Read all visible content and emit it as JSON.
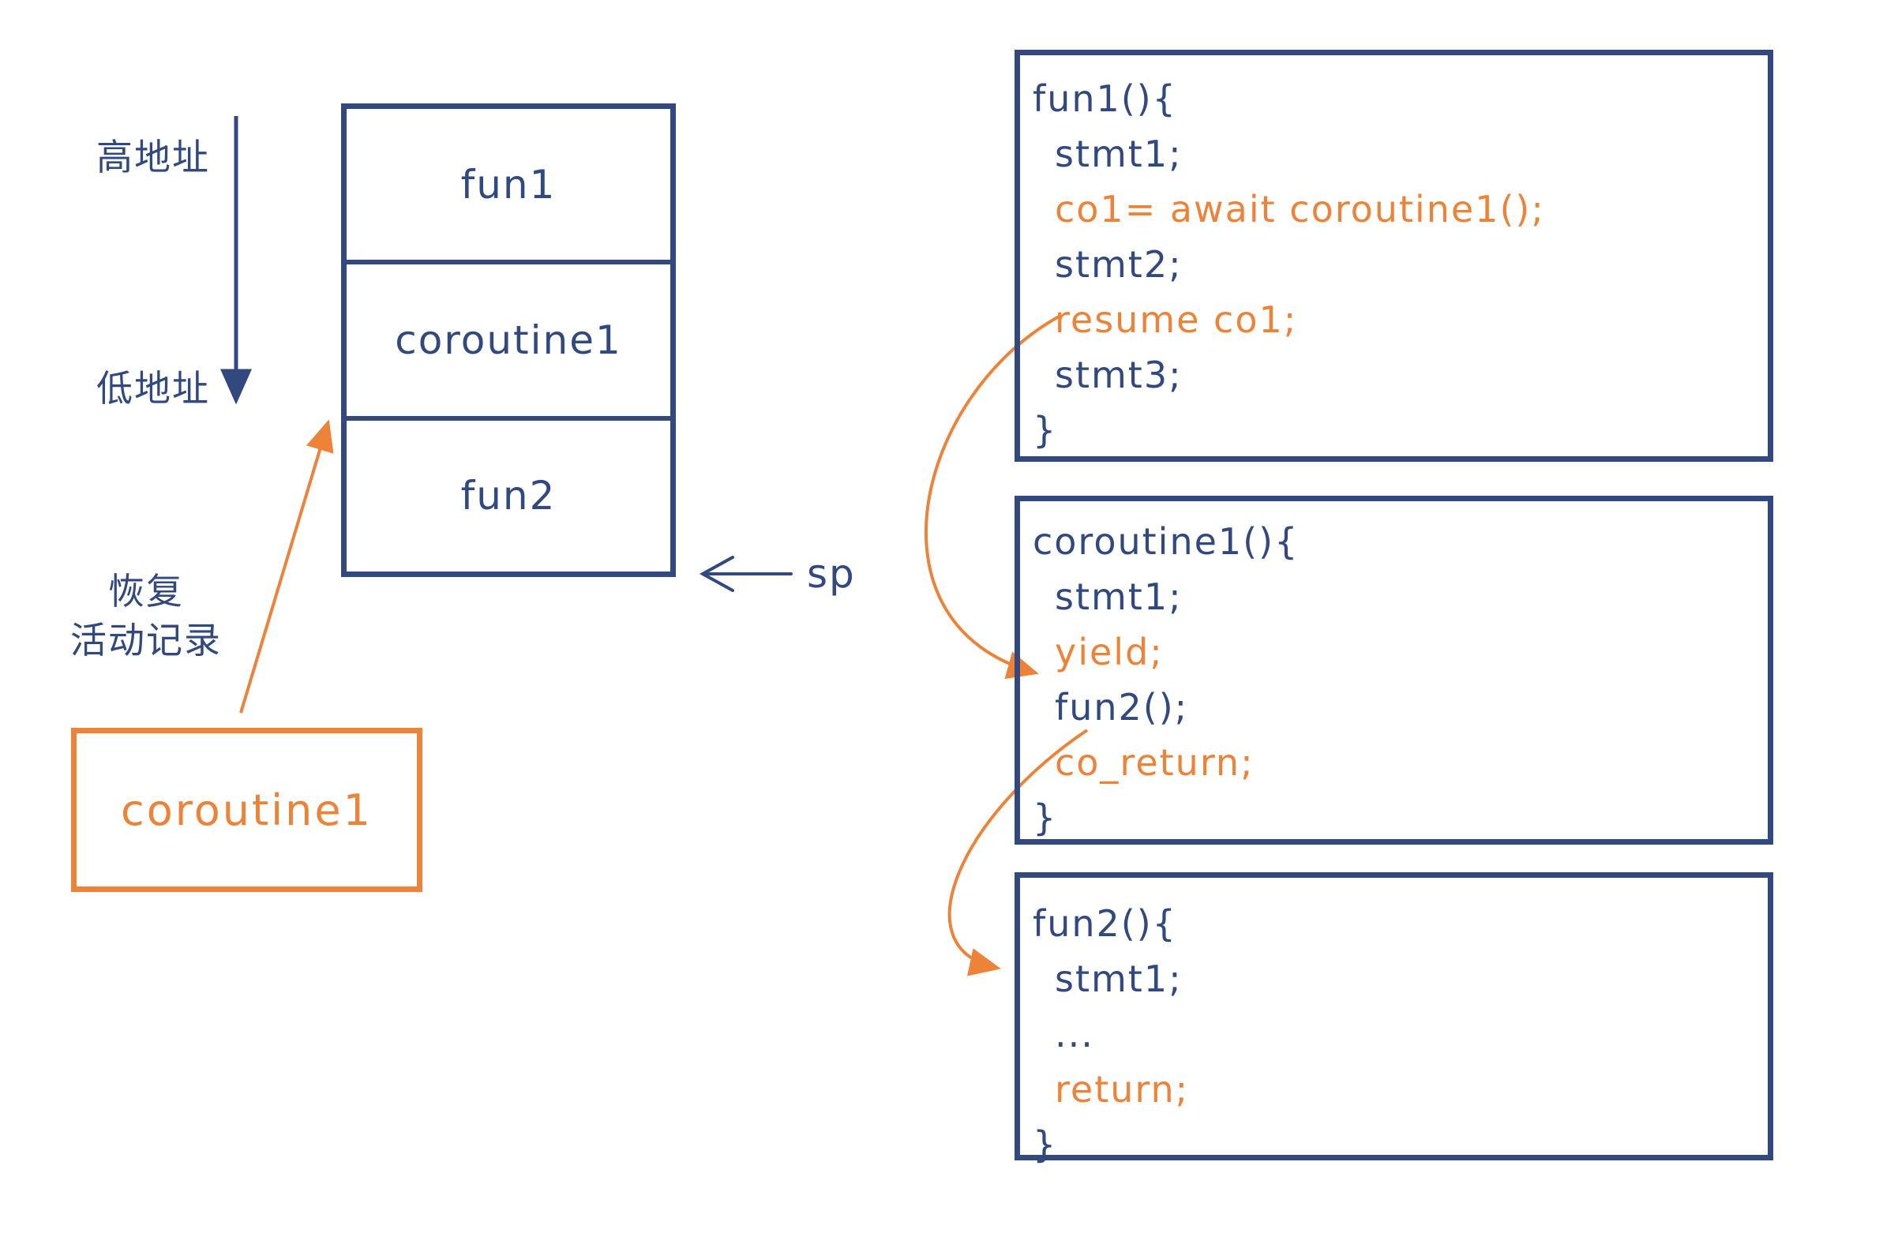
{
  "colors": {
    "blue": "#31497F",
    "orange": "#ED8239"
  },
  "stack": {
    "rows": [
      {
        "label": "fun1"
      },
      {
        "label": "coroutine1"
      },
      {
        "label": "fun2"
      }
    ]
  },
  "labels": {
    "high_address": "高地址",
    "low_address": "低地址",
    "restore_line1": "恢复",
    "restore_line2": "活动记录",
    "sp": "sp",
    "coroutine_frame": "coroutine1"
  },
  "arrows": {
    "address_direction": "high-to-low-address-arrow",
    "sp_pointer": "sp-to-stack-top-arrow",
    "restore_activation": "coroutine-frame-to-stack-arrow",
    "resume_to_fun2_call": "resume-co1-to-fun2-arrow",
    "co_return_to_fun2": "co-return-to-fun2-block-arrow"
  },
  "code_blocks": [
    {
      "name": "fun1",
      "lines": [
        {
          "text": "fun1(){",
          "color": "blue"
        },
        {
          "text": "stmt1;",
          "color": "blue"
        },
        {
          "text": "co1= await coroutine1();",
          "color": "orange"
        },
        {
          "text": "stmt2;",
          "color": "blue"
        },
        {
          "text": "resume co1;",
          "color": "orange"
        },
        {
          "text": "stmt3;",
          "color": "blue"
        },
        {
          "text": "}",
          "color": "blue"
        }
      ]
    },
    {
      "name": "coroutine1",
      "lines": [
        {
          "text": "coroutine1(){",
          "color": "blue"
        },
        {
          "text": "stmt1;",
          "color": "blue"
        },
        {
          "text": "yield;",
          "color": "orange"
        },
        {
          "text": "fun2();",
          "color": "blue"
        },
        {
          "text": "co_return;",
          "color": "orange"
        },
        {
          "text": "}",
          "color": "blue"
        }
      ]
    },
    {
      "name": "fun2",
      "lines": [
        {
          "text": "fun2(){",
          "color": "blue"
        },
        {
          "text": "stmt1;",
          "color": "blue"
        },
        {
          "text": "...",
          "color": "blue"
        },
        {
          "text": "return;",
          "color": "orange"
        },
        {
          "text": "}",
          "color": "blue"
        }
      ]
    }
  ]
}
